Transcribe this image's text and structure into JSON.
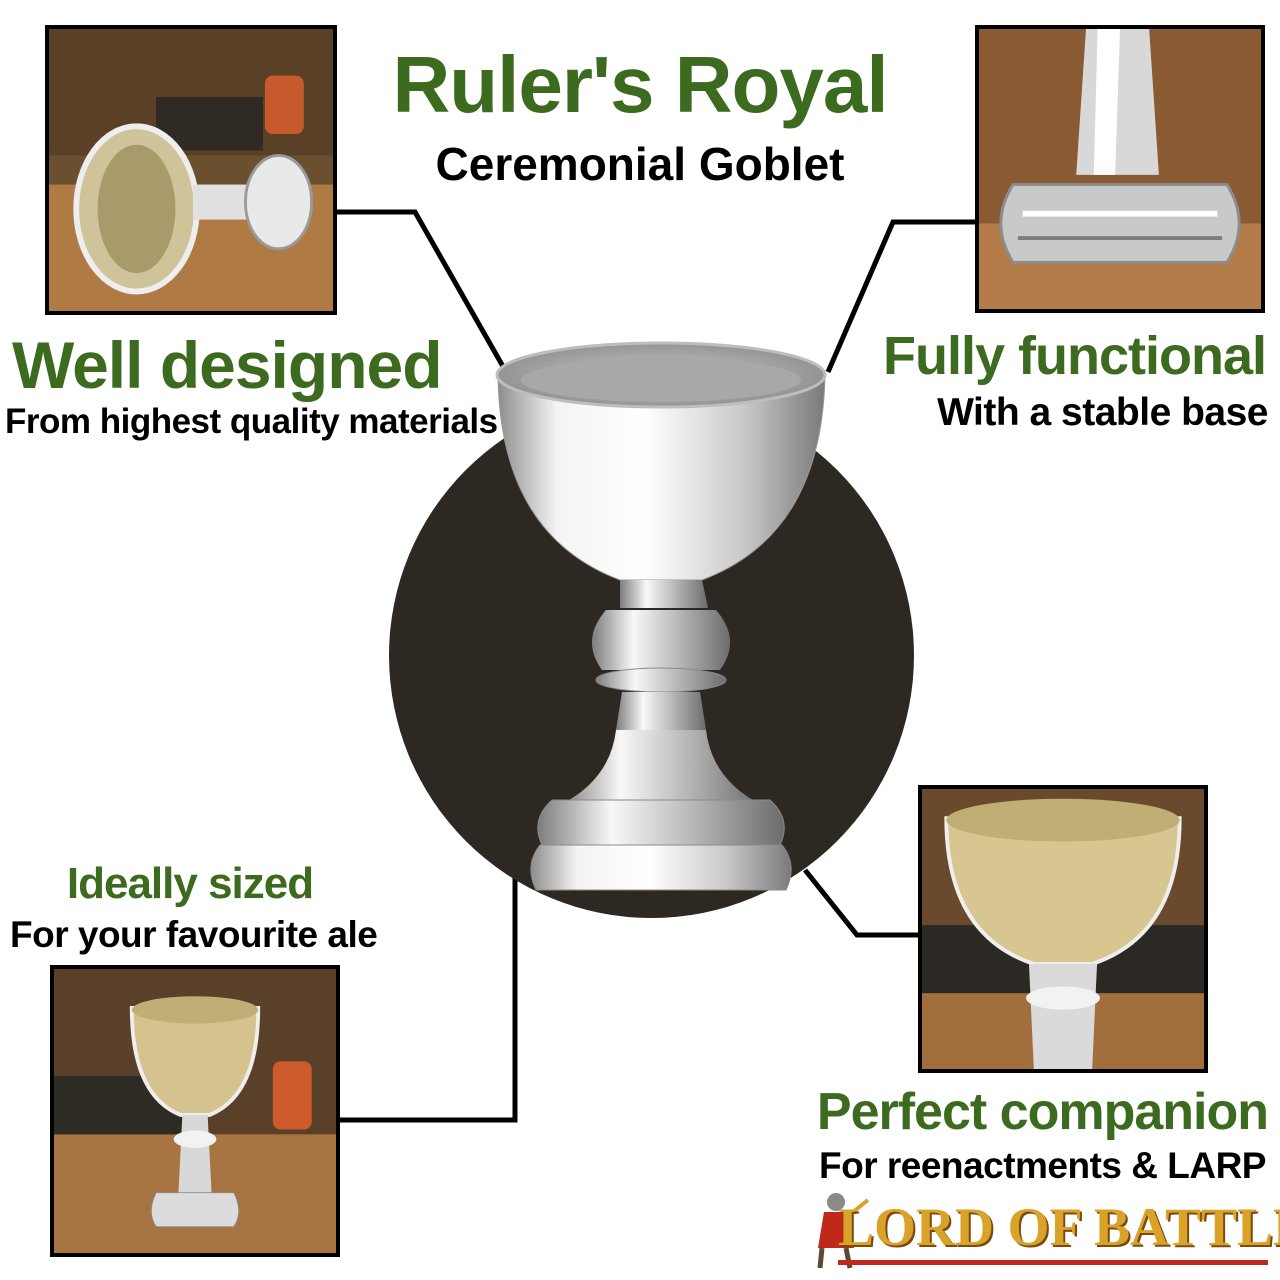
{
  "title": {
    "main": "Ruler's Royal",
    "sub": "Ceremonial Goblet"
  },
  "features": {
    "well_designed": {
      "heading": "Well designed",
      "subtext": "From highest quality materials"
    },
    "fully_functional": {
      "heading": "Fully functional",
      "subtext": "With a stable base"
    },
    "ideally_sized": {
      "heading": "Ideally sized",
      "subtext": "For your favourite ale"
    },
    "perfect_companion": {
      "heading": "Perfect companion",
      "subtext": "For reenactments & LARP"
    }
  },
  "brand": {
    "logo_text": "LORD OF BATTLES"
  },
  "colors": {
    "heading_green": "#3c6a1f",
    "circle": "#2e2823",
    "logo_gold": "#d9a32a",
    "logo_red": "#c0281c"
  }
}
